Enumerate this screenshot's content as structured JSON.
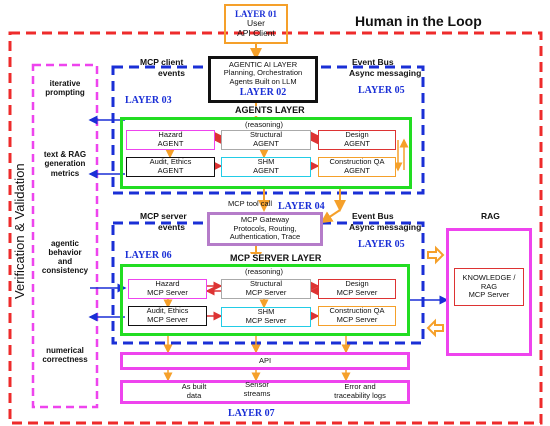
{
  "title": "Human in the Loop",
  "user_box": {
    "layer": "LAYER 01",
    "line1": "User",
    "line2": "API Client"
  },
  "agentic_box": {
    "line1": "AGENTIC AI LAYER",
    "line2": "Planning, Orchestration",
    "line3": "Agents Built  on LLM",
    "layer": "LAYER 02"
  },
  "side_labels": {
    "verification": "Verification & Validation",
    "mcp_client": "MCP client",
    "events_top": "events",
    "event_bus_top": "Event Bus",
    "async_top": "Async messaging",
    "mcp_tool_call": "MCP tool call",
    "mcp_server": "MCP server",
    "events_bottom": "events",
    "event_bus_bottom": "Event Bus",
    "async_bottom": "Async messaging",
    "rag": "RAG"
  },
  "metrics": {
    "m1_l1": "iterative",
    "m1_l2": "prompting",
    "m2_l1": "text & RAG",
    "m2_l2": "generation",
    "m2_l3": "metrics",
    "m3_l1": "agentic",
    "m3_l2": "behavior",
    "m3_l3": "and",
    "m3_l4": "consistency",
    "m4_l1": "numerical",
    "m4_l2": "correctness"
  },
  "agents_layer": {
    "layer_label": "LAYER 03",
    "layer05": "LAYER 05",
    "title": "AGENTS LAYER",
    "subtitle": "(reasoning)",
    "hazard_l1": "Hazard",
    "hazard_l2": "AGENT",
    "structural_l1": "Structural",
    "structural_l2": "AGENT",
    "design_l1": "Design",
    "design_l2": "AGENT",
    "audit_l1": "Audit, Ethics",
    "audit_l2": "AGENT",
    "shm_l1": "SHM",
    "shm_l2": "AGENT",
    "cqa_l1": "Construction QA",
    "cqa_l2": "AGENT"
  },
  "gateway": {
    "layer": "LAYER 04",
    "line1": "MCP Gateway",
    "line2": "Protocols, Routing,",
    "line3": "Authentication, Trace"
  },
  "server_layer": {
    "layer_label": "LAYER 06",
    "layer05": "LAYER 05",
    "title": "MCP  SERVER LAYER",
    "subtitle": "(reasoning)",
    "hazard_l1": "Hazard",
    "hazard_l2": "MCP Server",
    "structural_l1": "Structural",
    "structural_l2": "MCP Server",
    "design_l1": "Design",
    "design_l2": "MCP Server",
    "audit_l1": "Audit, Ethics",
    "audit_l2": "MCP Server",
    "shm_l1": "SHM",
    "shm_l2": "MCP Server",
    "cqa_l1": "Construction QA",
    "cqa_l2": "MCP Server"
  },
  "knowledge": {
    "line1": "KNOWLEDGE /",
    "line2": "RAG",
    "line3": "MCP Server"
  },
  "api_box": {
    "label": "API"
  },
  "data_box": {
    "asbuilt_l1": "As built",
    "asbuilt_l2": "data",
    "sensor_l1": "Sensor",
    "sensor_l2": "streams",
    "error_l1": "Error and",
    "error_l2": "traceability logs"
  },
  "layer07": "LAYER 07",
  "colors": {
    "hitl": "#ee2b2b",
    "layer_blue": "#1a2fd6",
    "orange": "#f5a02a",
    "green": "#22dd22",
    "magenta": "#ee44ee",
    "purple": "#b57cc9",
    "cyan": "#22cce6",
    "red": "#dd3333"
  }
}
